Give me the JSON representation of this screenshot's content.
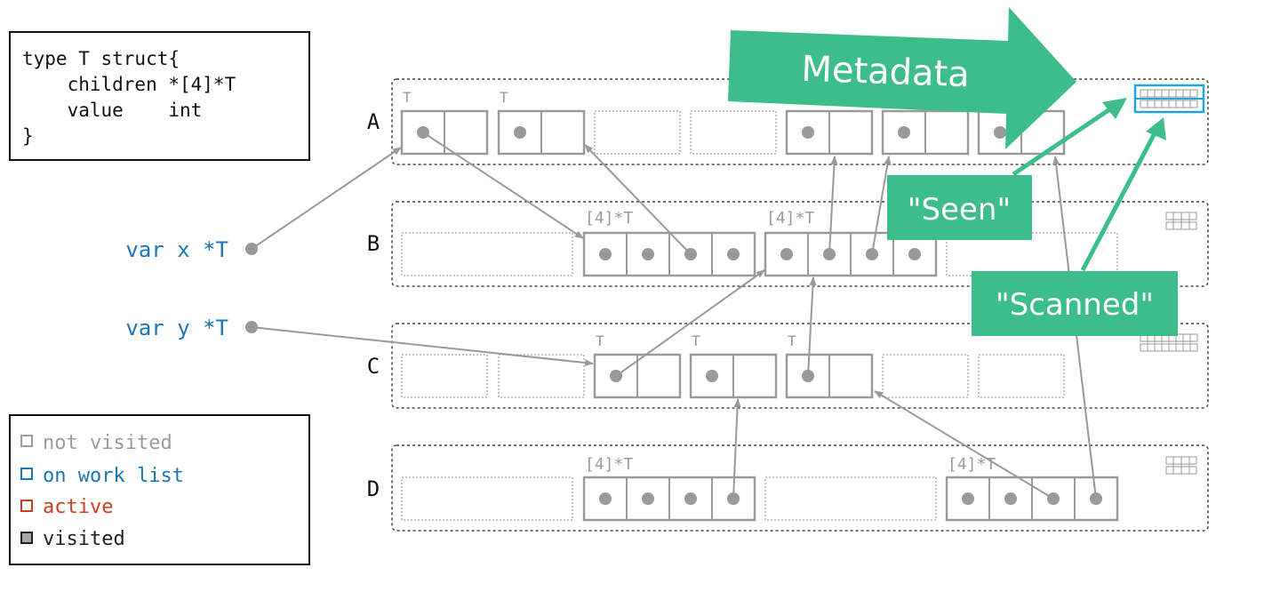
{
  "code_box": {
    "lines": [
      "type T struct{",
      "    children *[4]*T",
      "    value    int",
      "}"
    ]
  },
  "variables": [
    {
      "name": "x",
      "label": "var x *T"
    },
    {
      "name": "y",
      "label": "var y *T"
    }
  ],
  "legend": {
    "items": [
      {
        "label": "not visited",
        "color": "#9a9a9a",
        "fill": "#ffffff"
      },
      {
        "label": "on work list",
        "color": "#1a76b8",
        "fill": "#ffffff"
      },
      {
        "label": "active",
        "color": "#c9401e",
        "fill": "#ffffff"
      },
      {
        "label": "visited",
        "color": "#222222",
        "fill": "#a8a8a8"
      }
    ]
  },
  "spans": [
    {
      "label": "A"
    },
    {
      "label": "B"
    },
    {
      "label": "C"
    },
    {
      "label": "D"
    }
  ],
  "type_labels": {
    "t": "T",
    "array": "[4]*T"
  },
  "callouts": {
    "metadata": "Metadata",
    "seen": "\"Seen\"",
    "scanned": "\"Scanned\""
  },
  "colors": {
    "grey": "#999999",
    "code_blue": "#1a76b8",
    "green": "#3dbd8a",
    "highlight_blue": "#1ea6e0"
  }
}
